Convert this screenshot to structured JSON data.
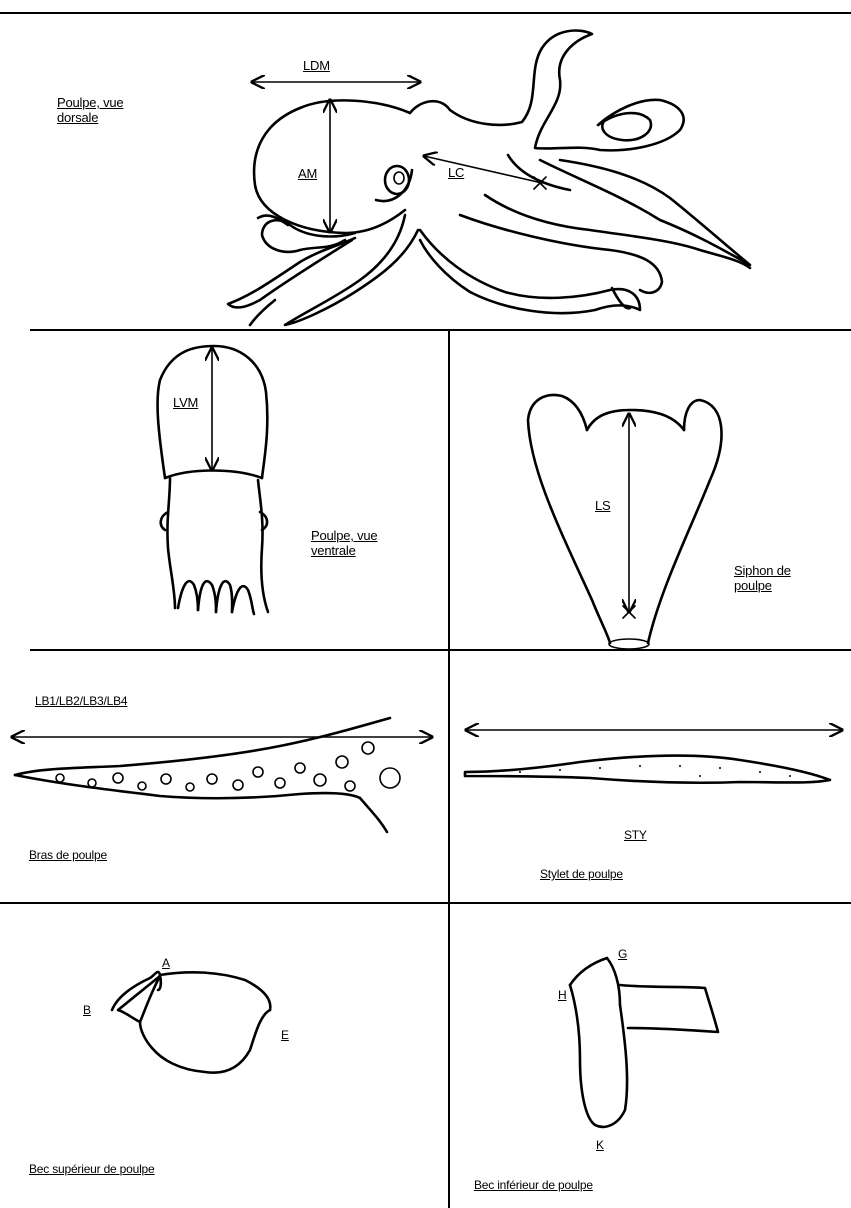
{
  "panels": {
    "dorsal": {
      "caption": "Poulpe, vue\ndorsale",
      "labels": {
        "ldm": "LDM",
        "am": "AM",
        "lc": "LC"
      }
    },
    "ventral": {
      "caption": "Poulpe, vue\nventrale",
      "labels": {
        "lvm": "LVM"
      }
    },
    "siphon": {
      "caption": "Siphon de\npoulpe",
      "labels": {
        "ls": "LS"
      }
    },
    "arm": {
      "caption": "Bras de poulpe",
      "labels": {
        "lb": "LB1/LB2/LB3/LB4"
      }
    },
    "stylet": {
      "caption": "Stylet de poulpe",
      "labels": {
        "sty": "STY"
      }
    },
    "upper_beak": {
      "caption": "Bec supérieur de poulpe",
      "labels": {
        "a": "A",
        "b": "B",
        "e": "E"
      }
    },
    "lower_beak": {
      "caption": "Bec inférieur de poulpe",
      "labels": {
        "g": "G",
        "h": "H",
        "k": "K"
      }
    }
  }
}
